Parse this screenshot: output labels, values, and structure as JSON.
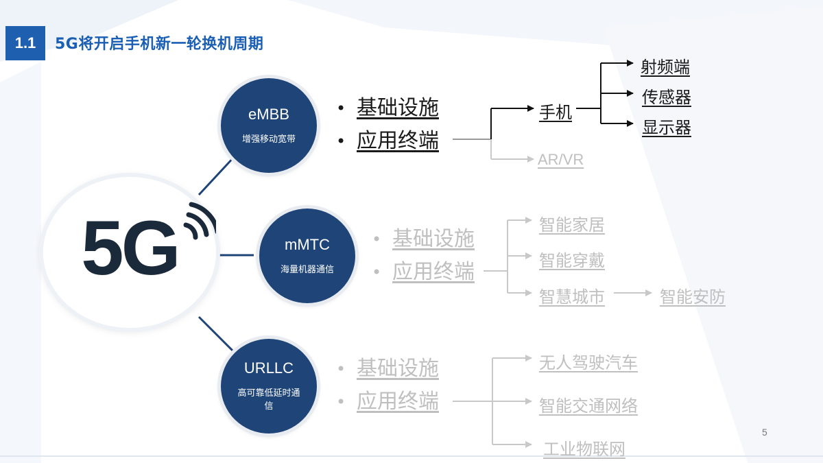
{
  "header": {
    "section_number": "1.1",
    "title": "5G将开启手机新一轮换机周期"
  },
  "center": {
    "logo_text": "5G"
  },
  "categories": [
    {
      "name_en": "eMBB",
      "name_cn": "增强移动宽带",
      "bullets": [
        "基础设施",
        "应用终端"
      ],
      "branches": [
        {
          "label": "手机",
          "sub": [
            "射频端",
            "传感器",
            "显示器"
          ]
        },
        {
          "label": "AR/VR"
        }
      ]
    },
    {
      "name_en": "mMTC",
      "name_cn": "海量机器通信",
      "bullets": [
        "基础设施",
        "应用终端"
      ],
      "branches": [
        {
          "label": "智能家居"
        },
        {
          "label": "智能穿戴"
        },
        {
          "label": "智慧城市",
          "next": "智能安防"
        }
      ]
    },
    {
      "name_en": "URLLC",
      "name_cn": "高可靠低延时通信",
      "bullets": [
        "基础设施",
        "应用终端"
      ],
      "branches": [
        {
          "label": "无人驾驶汽车"
        },
        {
          "label": "智能交通网络"
        },
        {
          "label": "工业物联网"
        }
      ]
    }
  ],
  "page_number": "5",
  "colors": {
    "accent": "#1f5fb0",
    "circle": "#1e4478",
    "active_text": "#1a1a1a",
    "faded_text": "#bfbfbf"
  }
}
